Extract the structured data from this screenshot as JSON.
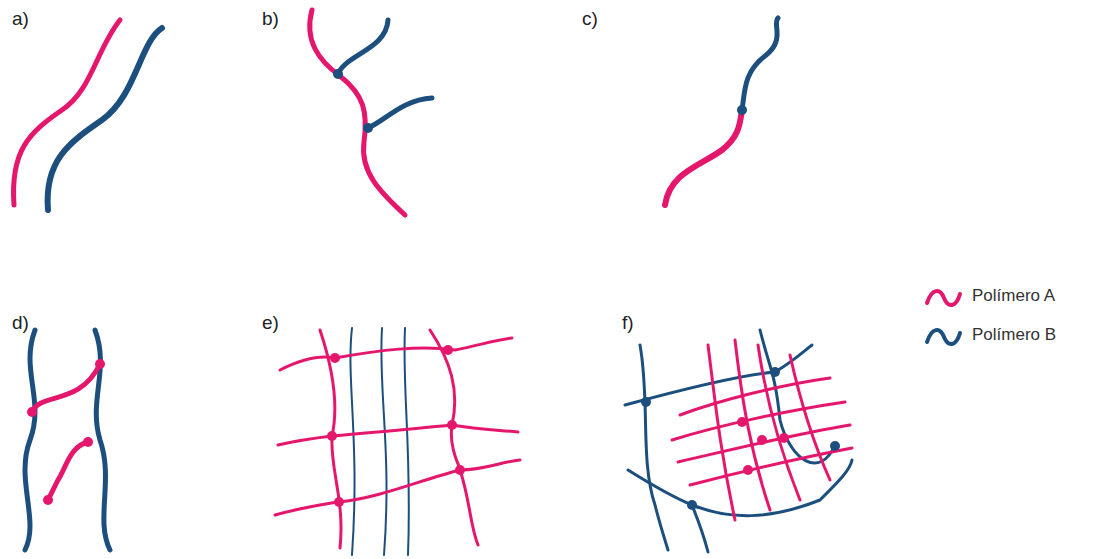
{
  "diagram": {
    "labels": [
      "a)",
      "b)",
      "c)",
      "d)",
      "e)",
      "f)"
    ],
    "legend": [
      {
        "text": "Polímero A"
      },
      {
        "text": "Polímero B"
      }
    ]
  }
}
